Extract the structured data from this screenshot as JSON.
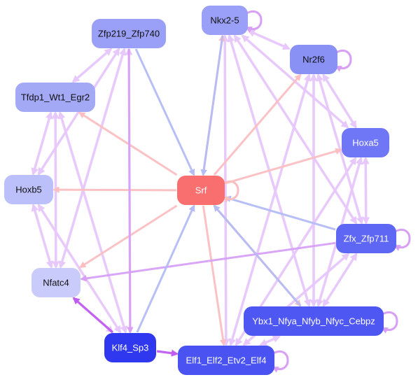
{
  "diagram": {
    "nodes": [
      {
        "id": "srf",
        "label": "Srf",
        "color": "#f96e6e",
        "text_color": "#ffffff"
      },
      {
        "id": "nkx25",
        "label": "Nkx2-5",
        "color": "#9aa0f7",
        "text_color": "#111111"
      },
      {
        "id": "zfp219",
        "label": "Zfp219_Zfp740",
        "color": "#9aa0f7",
        "text_color": "#111111"
      },
      {
        "id": "nr2f6",
        "label": "Nr2f6",
        "color": "#8a91f5",
        "text_color": "#111111"
      },
      {
        "id": "tfdp1",
        "label": "Tfdp1_Wt1_Egr2",
        "color": "#a3a9f5",
        "text_color": "#111111"
      },
      {
        "id": "hoxa5",
        "label": "Hoxa5",
        "color": "#7077f6",
        "text_color": "#ffffff"
      },
      {
        "id": "hoxb5",
        "label": "Hoxb5",
        "color": "#bcc0fa",
        "text_color": "#111111"
      },
      {
        "id": "zfx",
        "label": "Zfx_Zfp711",
        "color": "#5e66f4",
        "text_color": "#ffffff"
      },
      {
        "id": "nfatc4",
        "label": "Nfatc4",
        "color": "#c9ccfb",
        "text_color": "#111111"
      },
      {
        "id": "ybx1",
        "label": "Ybx1_Nfya_Nfyb_Nfyc_Cebpz",
        "color": "#4f57f2",
        "text_color": "#ffffff"
      },
      {
        "id": "klf4",
        "label": "Klf4_Sp3",
        "color": "#2f38ee",
        "text_color": "#ffffff"
      },
      {
        "id": "elf1",
        "label": "Elf1_Elf2_Etv2_Elf4",
        "color": "#4a52f1",
        "text_color": "#ffffff"
      }
    ],
    "edge_colors": {
      "default": "#e7c8fb",
      "from_srf": "#fbbfc2",
      "to_srf": "#b4bcf6",
      "strong": "#c05cf0",
      "medium": "#d7a0f5"
    }
  }
}
